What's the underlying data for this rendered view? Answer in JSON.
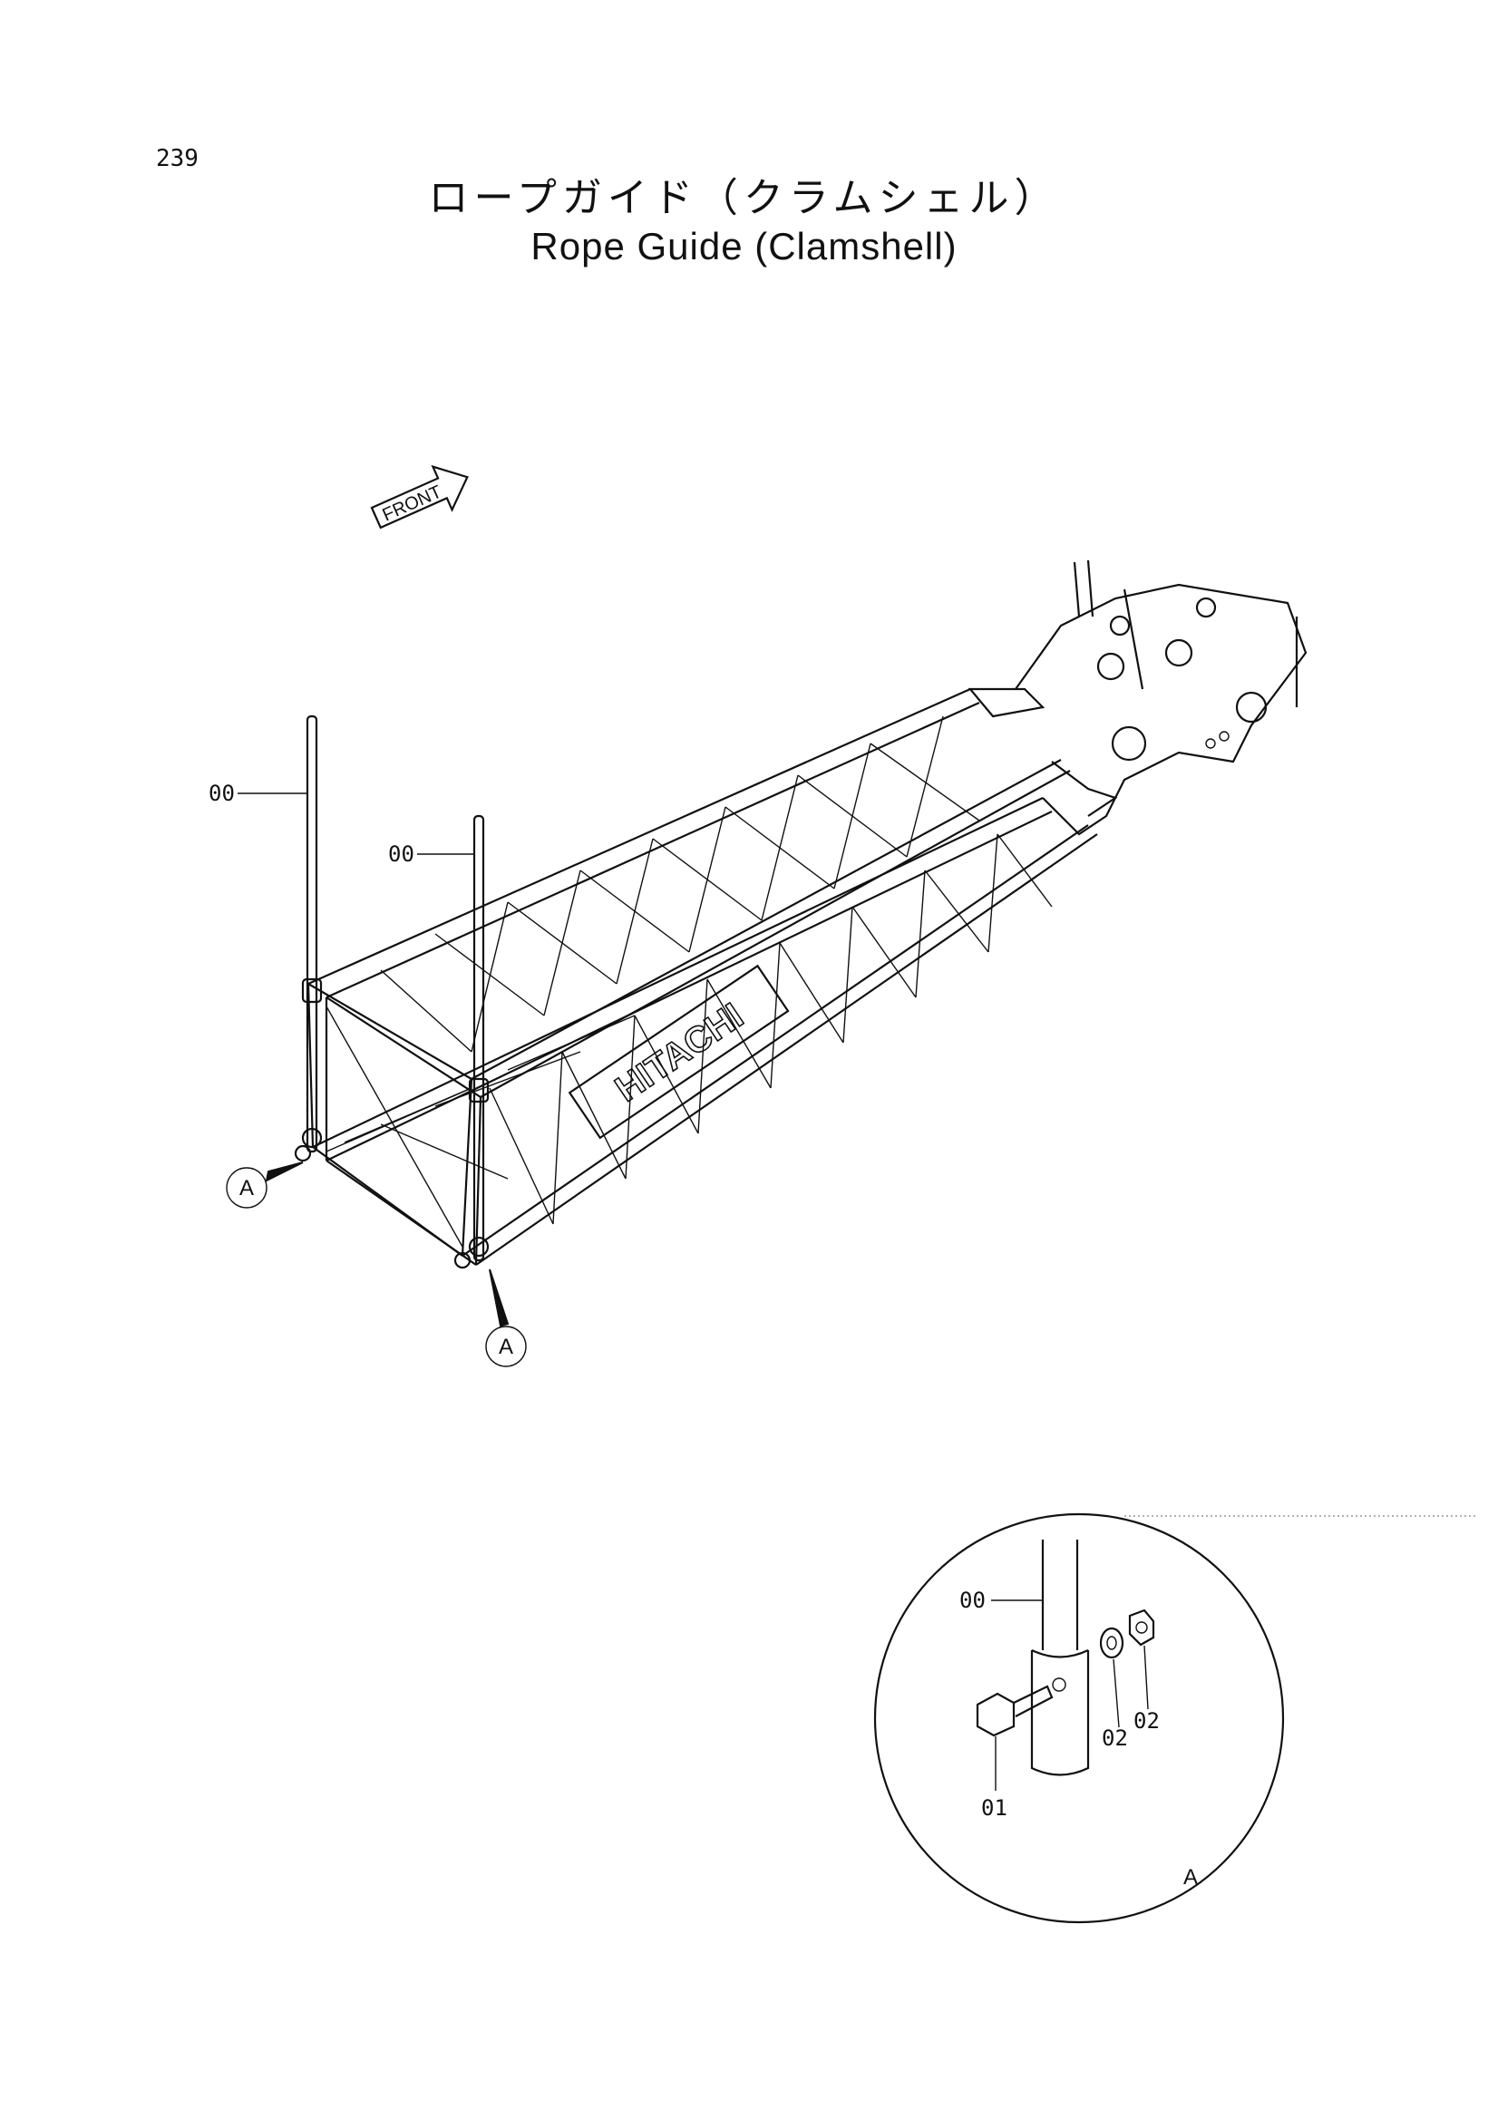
{
  "page_number": "239",
  "title_jp": "ロープガイド（クラムシェル）",
  "title_en": "Rope Guide (Clamshell)",
  "front_label": "FRONT",
  "brand_label": "HITACHI",
  "detail_callout": "A",
  "labels": {
    "rope_guide_left": "00",
    "rope_guide_right": "00",
    "detail_rod": "00",
    "bolt": "01",
    "washer": "02",
    "nut": "02",
    "view_a_left": "A",
    "view_a_right": "A"
  }
}
